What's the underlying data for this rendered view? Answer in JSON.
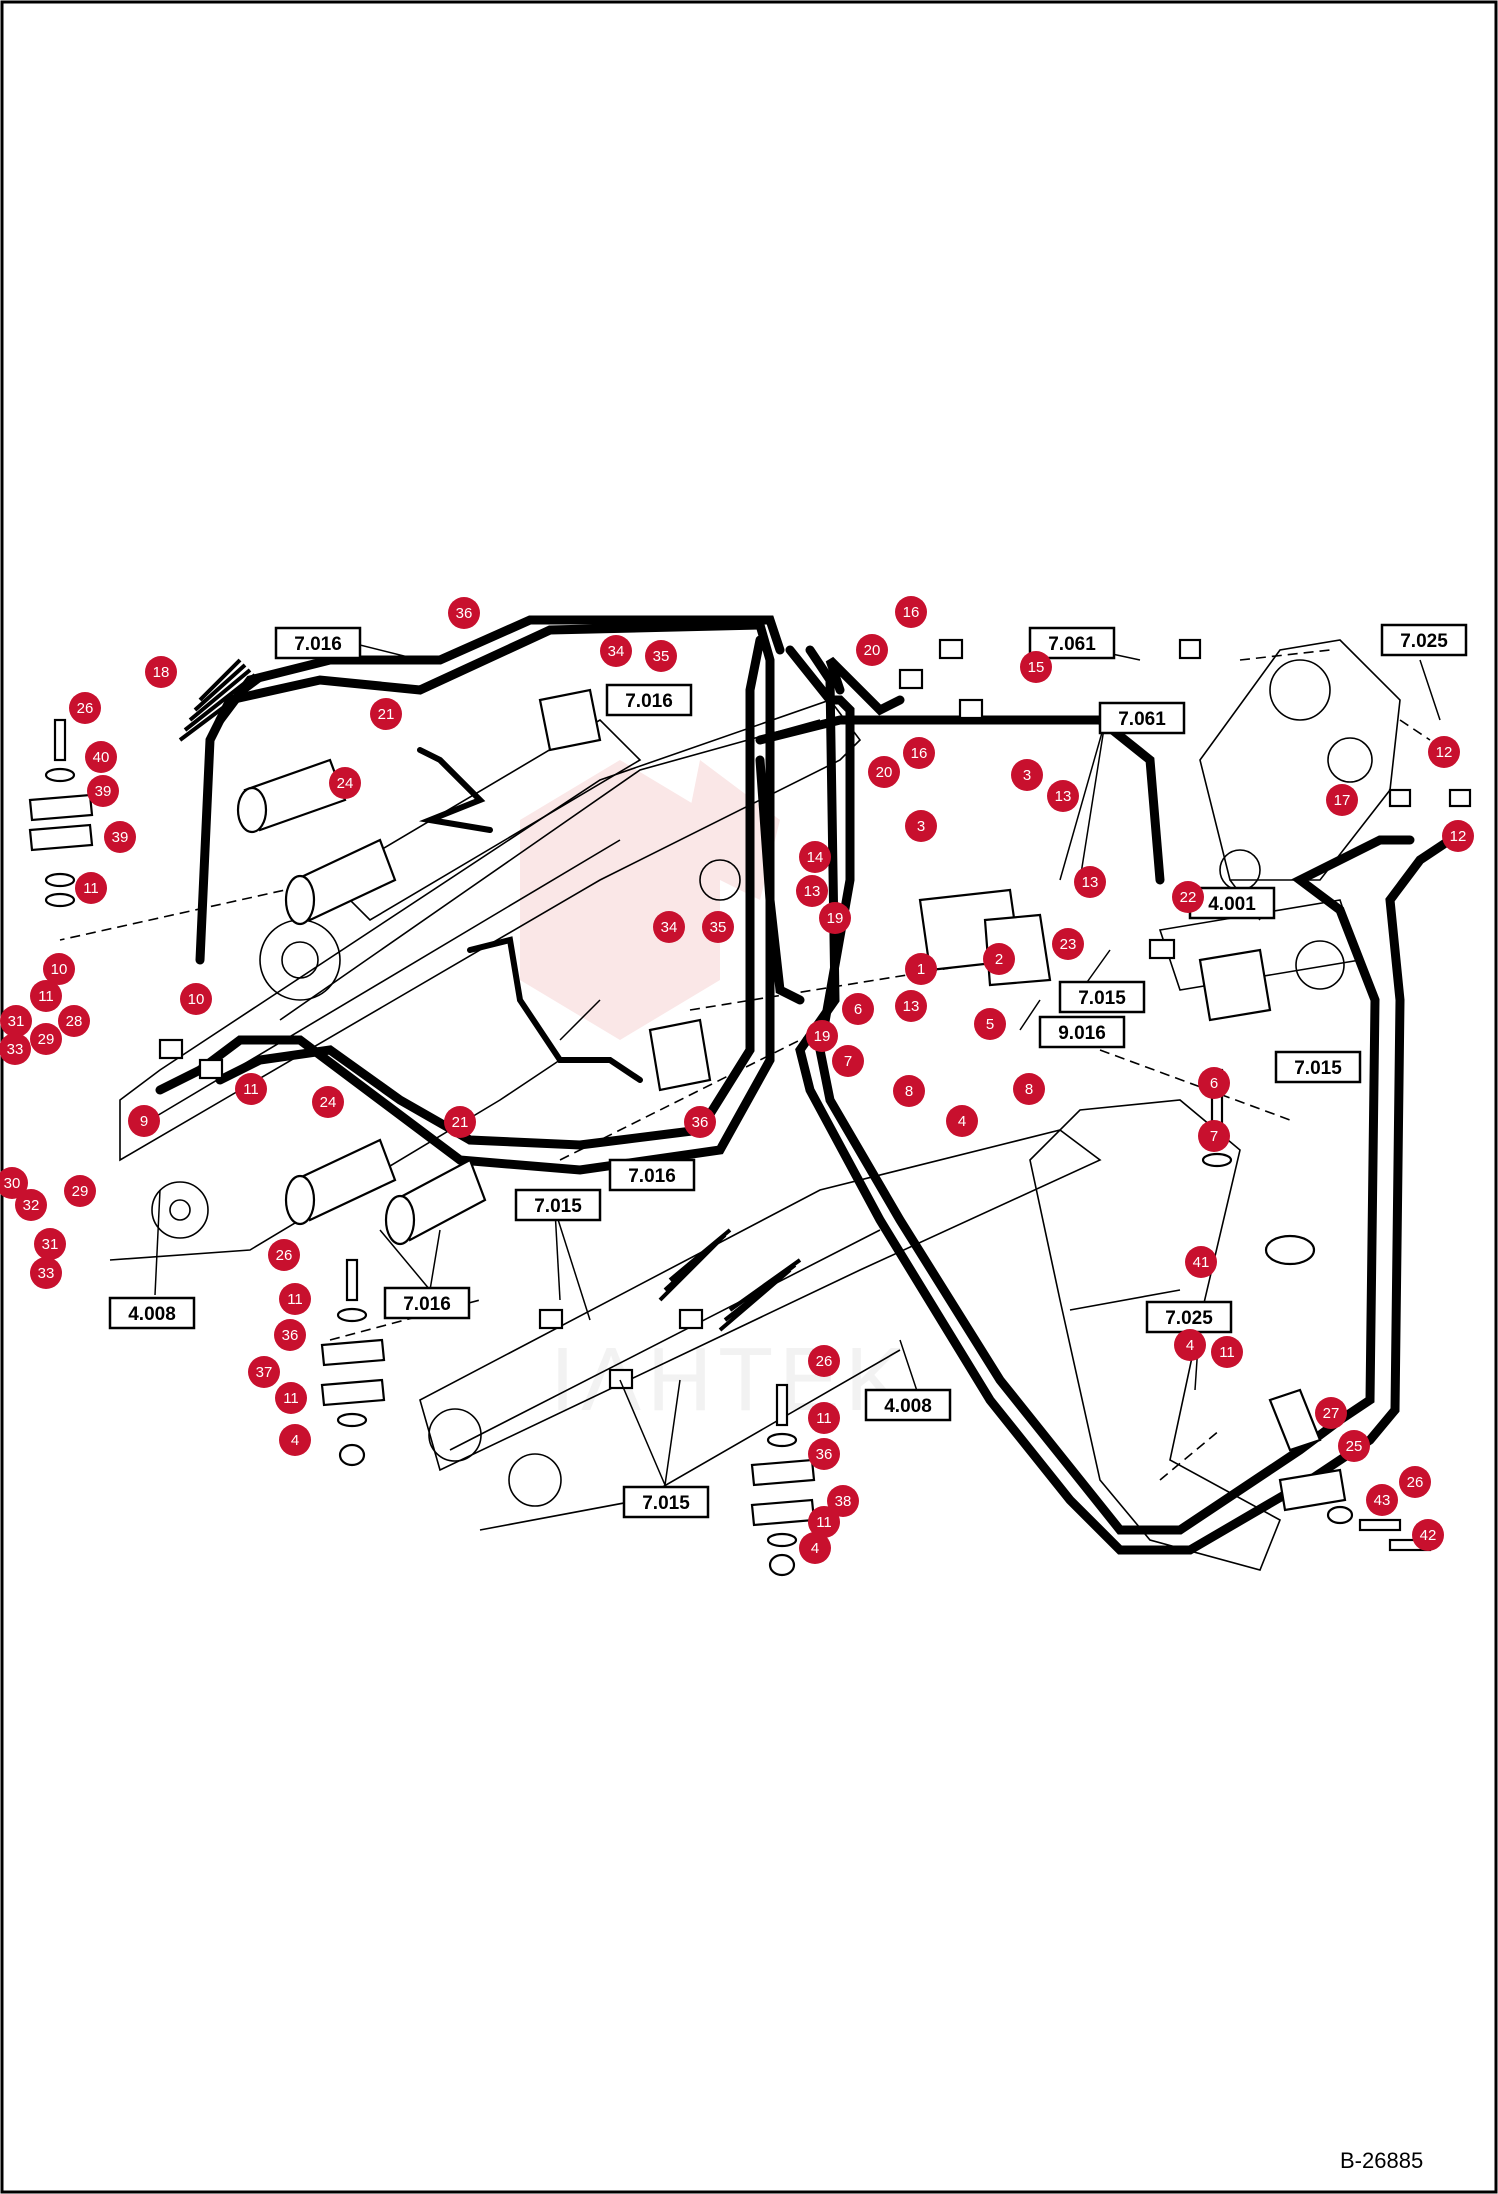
{
  "drawing_id": "B-26885",
  "watermark_text": "ΙΛΗΤΕΚ",
  "colors": {
    "callout_fill": "#c8102e",
    "line": "#000000",
    "watermark": "#f3c9c9"
  },
  "reference_boxes": [
    {
      "label": "7.016"
    },
    {
      "label": "7.016"
    },
    {
      "label": "7.061"
    },
    {
      "label": "7.025"
    },
    {
      "label": "7.061"
    },
    {
      "label": "4.001"
    },
    {
      "label": "7.015"
    },
    {
      "label": "9.016"
    },
    {
      "label": "7.015"
    },
    {
      "label": "7.016"
    },
    {
      "label": "7.015"
    },
    {
      "label": "4.008"
    },
    {
      "label": "7.016"
    },
    {
      "label": "7.025"
    },
    {
      "label": "4.008"
    },
    {
      "label": "7.015"
    }
  ],
  "callouts": [
    {
      "label": "36"
    },
    {
      "label": "34"
    },
    {
      "label": "35"
    },
    {
      "label": "18"
    },
    {
      "label": "26"
    },
    {
      "label": "40"
    },
    {
      "label": "39"
    },
    {
      "label": "39"
    },
    {
      "label": "11"
    },
    {
      "label": "21"
    },
    {
      "label": "24"
    },
    {
      "label": "16"
    },
    {
      "label": "20"
    },
    {
      "label": "15"
    },
    {
      "label": "16"
    },
    {
      "label": "20"
    },
    {
      "label": "3"
    },
    {
      "label": "13"
    },
    {
      "label": "3"
    },
    {
      "label": "14"
    },
    {
      "label": "13"
    },
    {
      "label": "13"
    },
    {
      "label": "19"
    },
    {
      "label": "12"
    },
    {
      "label": "17"
    },
    {
      "label": "12"
    },
    {
      "label": "22"
    },
    {
      "label": "23"
    },
    {
      "label": "34"
    },
    {
      "label": "35"
    },
    {
      "label": "1"
    },
    {
      "label": "2"
    },
    {
      "label": "13"
    },
    {
      "label": "6"
    },
    {
      "label": "5"
    },
    {
      "label": "19"
    },
    {
      "label": "7"
    },
    {
      "label": "8"
    },
    {
      "label": "8"
    },
    {
      "label": "4"
    },
    {
      "label": "10"
    },
    {
      "label": "10"
    },
    {
      "label": "11"
    },
    {
      "label": "28"
    },
    {
      "label": "31"
    },
    {
      "label": "29"
    },
    {
      "label": "33"
    },
    {
      "label": "11"
    },
    {
      "label": "24"
    },
    {
      "label": "21"
    },
    {
      "label": "9"
    },
    {
      "label": "36"
    },
    {
      "label": "6"
    },
    {
      "label": "7"
    },
    {
      "label": "30"
    },
    {
      "label": "29"
    },
    {
      "label": "32"
    },
    {
      "label": "31"
    },
    {
      "label": "33"
    },
    {
      "label": "26"
    },
    {
      "label": "41"
    },
    {
      "label": "11"
    },
    {
      "label": "36"
    },
    {
      "label": "37"
    },
    {
      "label": "11"
    },
    {
      "label": "4"
    },
    {
      "label": "4"
    },
    {
      "label": "11"
    },
    {
      "label": "26"
    },
    {
      "label": "11"
    },
    {
      "label": "36"
    },
    {
      "label": "38"
    },
    {
      "label": "11"
    },
    {
      "label": "4"
    },
    {
      "label": "27"
    },
    {
      "label": "25"
    },
    {
      "label": "26"
    },
    {
      "label": "43"
    },
    {
      "label": "42"
    }
  ]
}
